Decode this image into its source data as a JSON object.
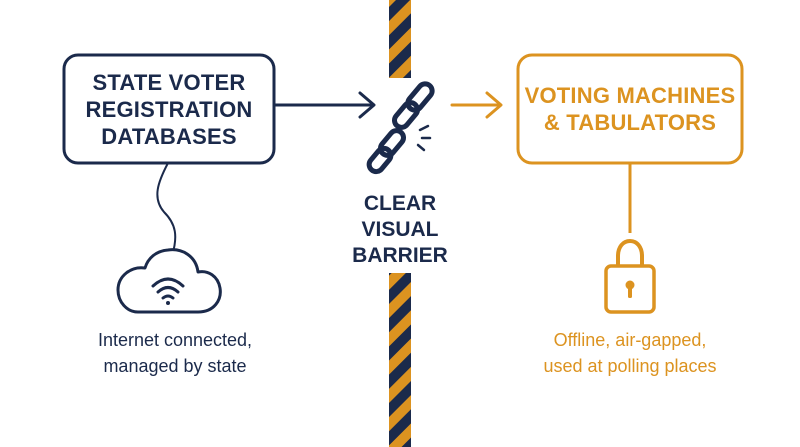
{
  "left": {
    "title_lines": [
      "STATE VOTER",
      "REGISTRATION",
      "DATABASES"
    ],
    "caption_lines": [
      "Internet connected,",
      "managed by state"
    ],
    "color": "#1b2a4b",
    "icons": [
      "cloud-icon",
      "wifi-icon"
    ]
  },
  "barrier": {
    "label_lines": [
      "CLEAR",
      "VISUAL",
      "BARRIER"
    ],
    "stripe_colors": [
      "#1b2a4b",
      "#dc9320"
    ],
    "icon": "broken-chain-icon"
  },
  "right": {
    "title_lines": [
      "VOTING MACHINES",
      "& TABULATORS"
    ],
    "caption_lines": [
      "Offline, air-gapped,",
      "used at polling places"
    ],
    "color": "#dc9320",
    "icon": "padlock-icon"
  }
}
